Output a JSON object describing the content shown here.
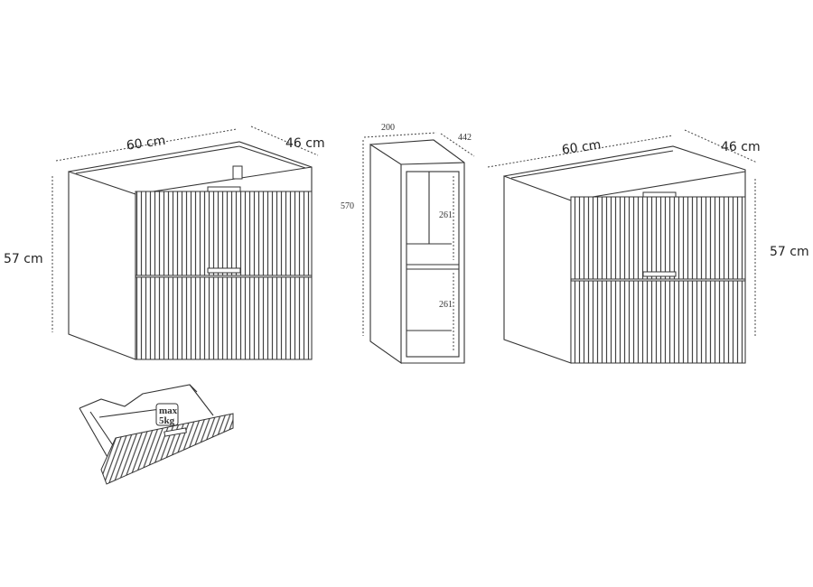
{
  "left_cabinet": {
    "width_label": "60 cm",
    "depth_label": "46 cm",
    "height_label": "57 cm"
  },
  "right_cabinet": {
    "width_label": "60 cm",
    "depth_label": "46 cm",
    "height_label": "57 cm"
  },
  "shelf_unit": {
    "width_label": "200",
    "depth_label": "442",
    "height_label": "570",
    "upper_compartment_label": "261",
    "lower_compartment_label": "261"
  },
  "drawer_detail": {
    "load_line1": "max",
    "load_line2": "5kg"
  },
  "colors": {
    "line": "#333333",
    "background": "#ffffff"
  }
}
